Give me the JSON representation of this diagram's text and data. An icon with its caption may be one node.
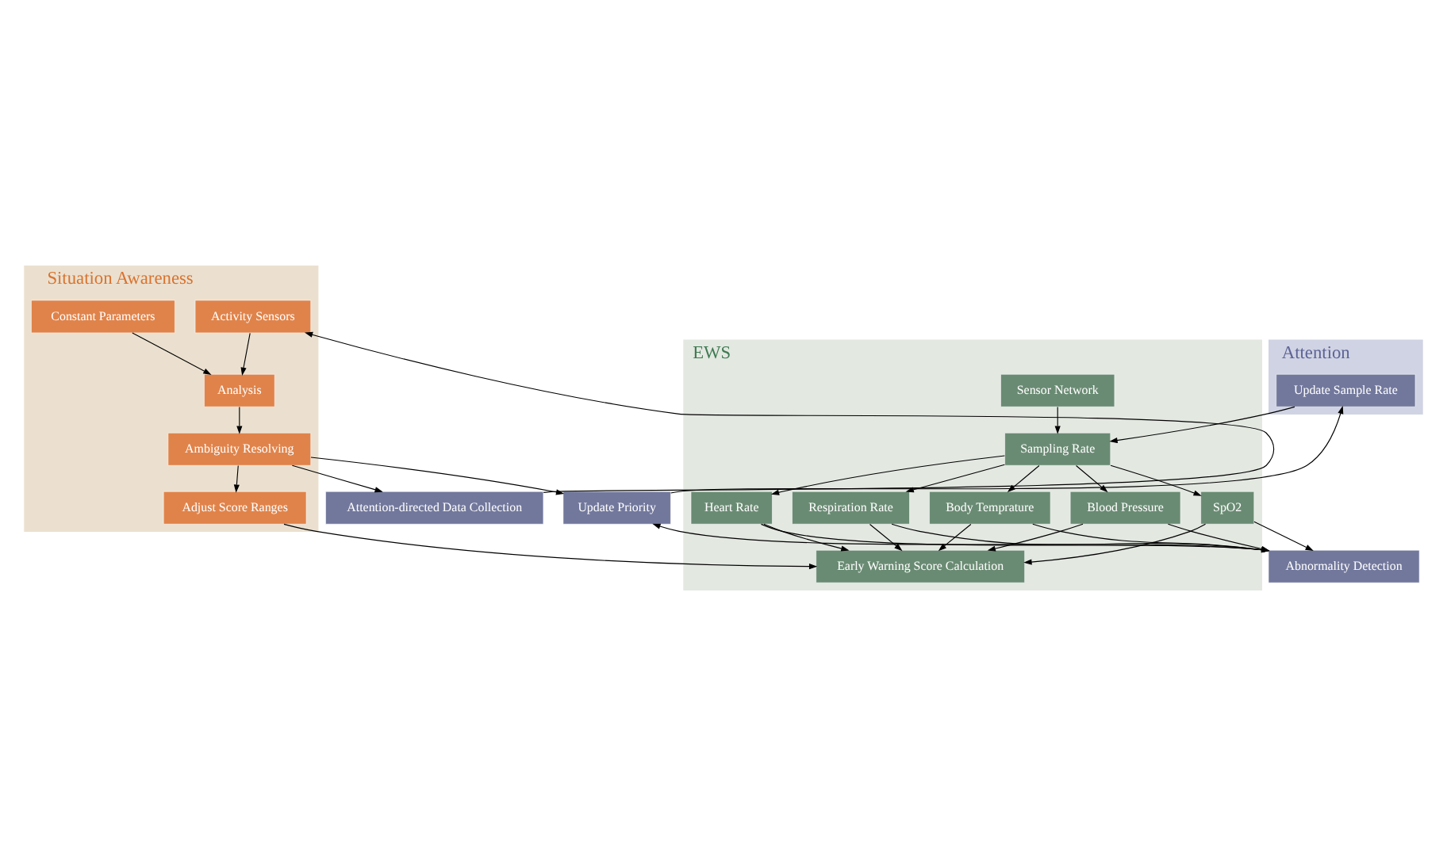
{
  "diagram": {
    "nodes": [
      {
        "text": [
          "Situation Awareness"
        ]
      },
      {
        "text": [
          "Activity Sensors"
        ],
        "in": 0
      },
      {
        "text": [
          "Constant Parameters"
        ],
        "in": 0
      },
      {
        "text": [
          "Analysis"
        ],
        "in": 0
      },
      {
        "text": [
          "Ambiguity Resolving"
        ],
        "in": 0
      },
      {
        "text": [
          "Adjust Score Ranges"
        ],
        "in": 0
      },
      {
        "text": [
          "Attention"
        ]
      },
      {
        "text": [
          "Update Sample Rate"
        ],
        "in": 6
      },
      {
        "text": [
          "EWS"
        ]
      },
      {
        "text": [
          "Sensor Network"
        ],
        "in": 8
      },
      {
        "text": [
          "Sampling Rate"
        ],
        "in": 8
      },
      {
        "text": [
          "Heart Rate"
        ],
        "in": 8
      },
      {
        "text": [
          "Respiration Rate"
        ],
        "in": 8
      },
      {
        "text": [
          "Body Temprature"
        ],
        "in": 8
      },
      {
        "text": [
          "Blood Pressure"
        ],
        "in": 8
      },
      {
        "text": [
          "SpO2"
        ],
        "in": 8
      },
      {
        "text": [
          "Early Warning Score Calculation"
        ],
        "in": 8
      },
      {
        "text": [
          "Attention-directed Data Collection"
        ]
      },
      {
        "text": [
          "Update Priority"
        ]
      },
      {
        "text": [
          "Abnormality Detection"
        ]
      }
    ],
    "edges": [
      {
        "from": 1,
        "to": 3,
        "arrow": "to"
      },
      {
        "from": 2,
        "to": 3,
        "arrow": "to"
      },
      {
        "from": 3,
        "to": 4,
        "arrow": "to"
      },
      {
        "from": 4,
        "to": 17,
        "arrow": "to"
      },
      {
        "from": 4,
        "to": 18,
        "arrow": "to"
      },
      {
        "from": 4,
        "to": 5,
        "arrow": "to"
      },
      {
        "from": 17,
        "to": 1,
        "arrow": "to"
      },
      {
        "from": 18,
        "to": 7,
        "arrow": "to"
      },
      {
        "from": 7,
        "to": 10,
        "arrow": "to"
      },
      {
        "from": 9,
        "to": 10,
        "arrow": "to"
      },
      {
        "from": 10,
        "to": 11,
        "arrow": "to"
      },
      {
        "from": 10,
        "to": 12,
        "arrow": "to"
      },
      {
        "from": 10,
        "to": 13,
        "arrow": "to"
      },
      {
        "from": 10,
        "to": 14,
        "arrow": "to"
      },
      {
        "from": 10,
        "to": 15,
        "arrow": "to"
      },
      {
        "from": 11,
        "to": 19,
        "arrow": "to"
      },
      {
        "from": 12,
        "to": 19,
        "arrow": "to"
      },
      {
        "from": 13,
        "to": 19,
        "arrow": "to"
      },
      {
        "from": 14,
        "to": 19,
        "arrow": "to"
      },
      {
        "from": 15,
        "to": 19,
        "arrow": "to"
      },
      {
        "from": 11,
        "to": 16,
        "arrow": "to"
      },
      {
        "from": 12,
        "to": 16,
        "arrow": "to"
      },
      {
        "from": 13,
        "to": 16,
        "arrow": "to"
      },
      {
        "from": 14,
        "to": 16,
        "arrow": "to"
      },
      {
        "from": 15,
        "to": 16,
        "arrow": "to"
      },
      {
        "from": 19,
        "to": 18,
        "arrow": "to"
      },
      {
        "from": 5,
        "to": 16,
        "arrow": "to"
      }
    ]
  }
}
